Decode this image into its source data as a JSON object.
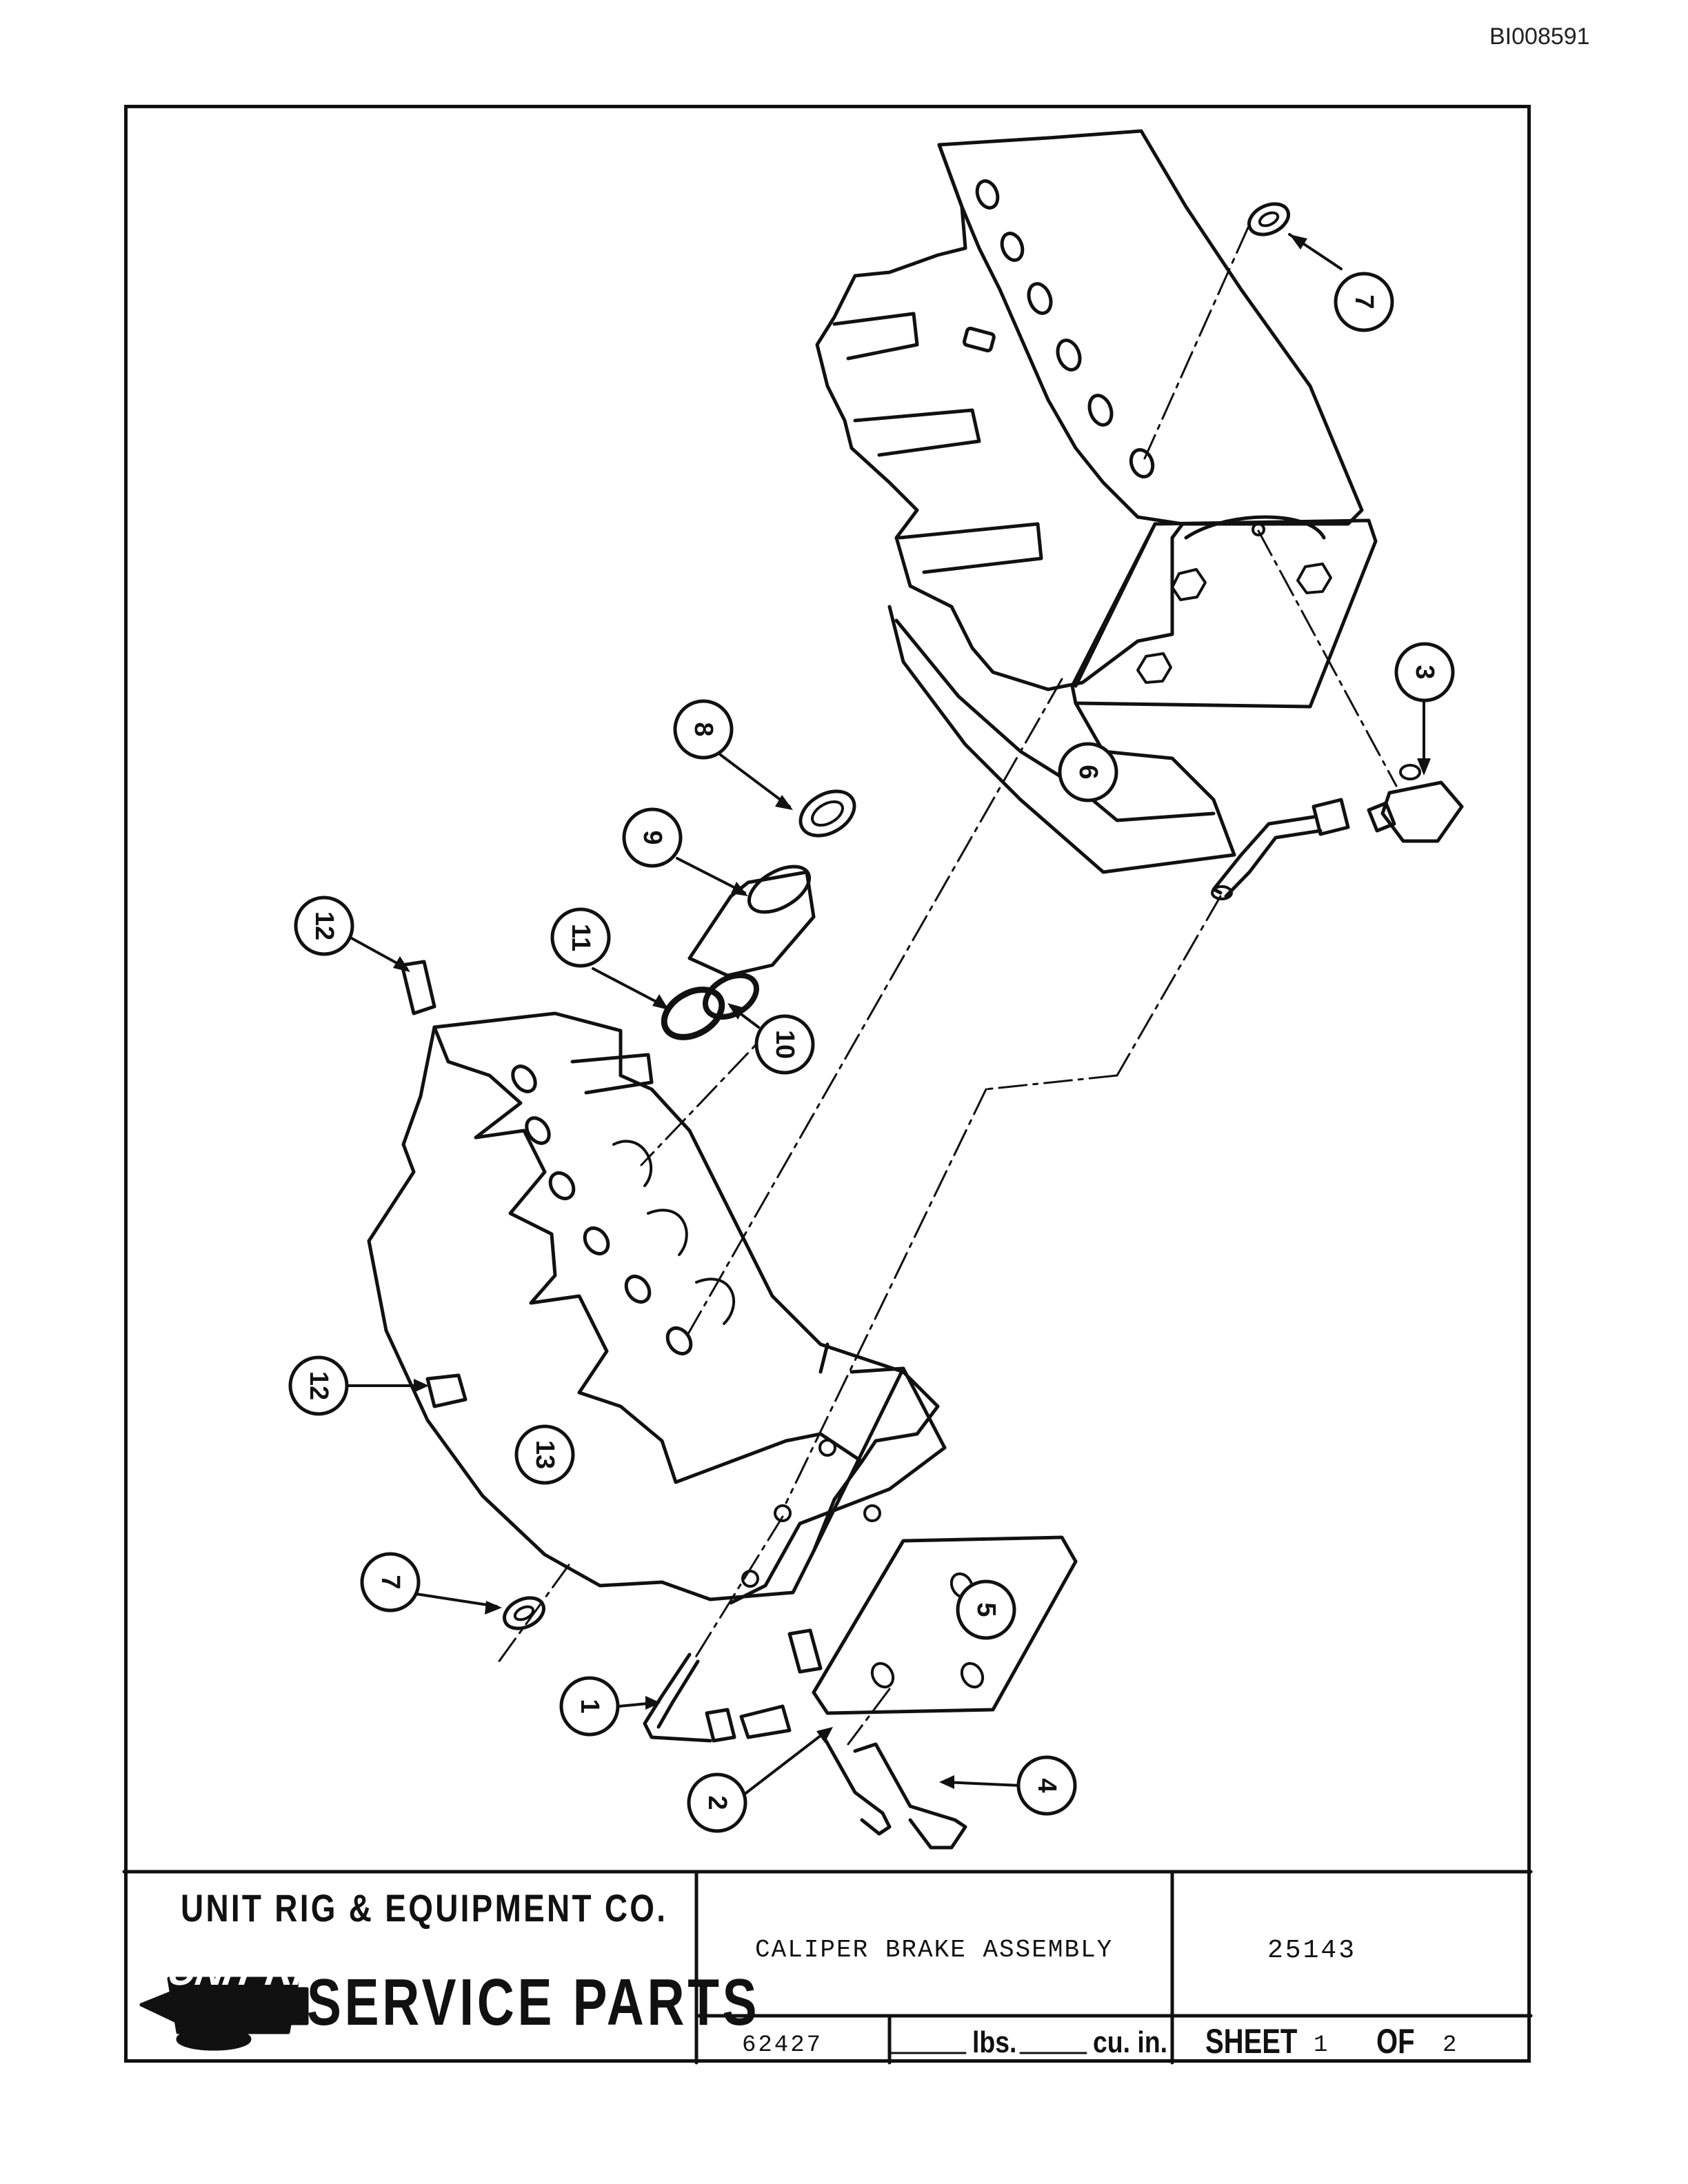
{
  "doc_id": "BI008591",
  "title_block": {
    "company": "UNIT RIG & EQUIPMENT CO.",
    "logo_text": "UNIT RIG",
    "service_parts": "SERVICE PARTS",
    "title": "CALIPER BRAKE ASSEMBLY",
    "drawing_number": "25143",
    "weight_value": "62427",
    "lbs_label": "lbs.",
    "cuin_label": "cu. in.",
    "sheet_label": "SHEET",
    "sheet_number": "1",
    "of_label": "OF",
    "sheet_total": "2"
  },
  "callouts": [
    "7",
    "3",
    "6",
    "8",
    "9",
    "12",
    "11",
    "10",
    "12",
    "13",
    "7",
    "5",
    "1",
    "2",
    "4"
  ]
}
